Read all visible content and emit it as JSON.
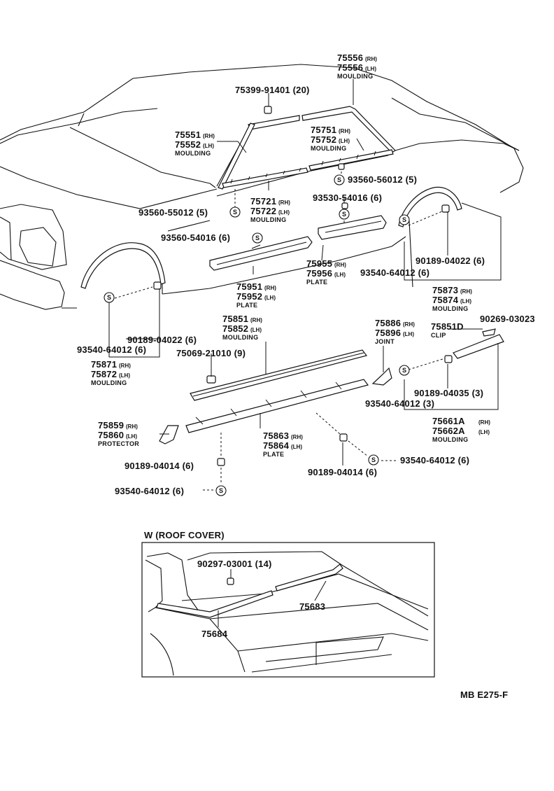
{
  "labels": {
    "l75556": {
      "pn": "75556",
      "rh": "(RH)",
      "pn2": "75556",
      "lh": "(LH)",
      "desc": "MOULDING"
    },
    "l75399": {
      "text": "75399-91401 (20)"
    },
    "l75551": {
      "pn": "75551",
      "rh": "(RH)",
      "pn2": "75552",
      "lh": "(LH)",
      "desc": "MOULDING"
    },
    "l75751": {
      "pn": "75751",
      "rh": "(RH)",
      "pn2": "75752",
      "lh": "(LH)",
      "desc": "MOULDING"
    },
    "l93560a": {
      "text": "93560-56012 (5)"
    },
    "l75721": {
      "pn": "75721",
      "rh": "(RH)",
      "pn2": "75722",
      "lh": "(LH)",
      "desc": "MOULDING"
    },
    "l93530": {
      "text": "93530-54016 (6)"
    },
    "l93560b": {
      "text": "93560-55012 (5)"
    },
    "l93560c": {
      "text": "93560-54016 (6)"
    },
    "l75955": {
      "pn": "75955",
      "rh": "(RH)",
      "pn2": "75956",
      "lh": "(LH)",
      "desc": "PLATE"
    },
    "l90189a": {
      "text": "90189-04022 (6)"
    },
    "l93540a": {
      "text": "93540-64012 (6)"
    },
    "l75951": {
      "pn": "75951",
      "rh": "(RH)",
      "pn2": "75952",
      "lh": "(LH)",
      "desc": "PLATE"
    },
    "l75873": {
      "pn": "75873",
      "rh": "(RH)",
      "pn2": "75874",
      "lh": "(LH)",
      "desc": "MOULDING"
    },
    "l90189b": {
      "text": "90189-04022 (6)"
    },
    "l93540b": {
      "text": "93540-64012 (6)"
    },
    "l75871": {
      "pn": "75871",
      "rh": "(RH)",
      "pn2": "75872",
      "lh": "(LH)",
      "desc": "MOULDING"
    },
    "l75851": {
      "pn": "75851",
      "rh": "(RH)",
      "pn2": "75852",
      "lh": "(LH)",
      "desc": "MOULDING"
    },
    "l75069": {
      "text": "75069-21010 (9)"
    },
    "l75886": {
      "pn": "75886",
      "rh": "(RH)",
      "pn2": "75896",
      "lh": "(LH)",
      "desc": "JOINT"
    },
    "l75851D": {
      "pn": "75851D",
      "desc": "CLIP"
    },
    "l90269": {
      "text": "90269-03023"
    },
    "l90189c": {
      "text": "90189-04035 (3)"
    },
    "l93540c": {
      "text": "93540-64012 (3)"
    },
    "l75661": {
      "pn": "75661A",
      "rh": "(RH)",
      "pn2": "75662A",
      "lh": "(LH)",
      "desc": "MOULDING"
    },
    "l75859": {
      "pn": "75859",
      "rh": "(RH)",
      "pn2": "75860",
      "lh": "(LH)",
      "desc": "PROTECTOR"
    },
    "l75863": {
      "pn": "75863",
      "rh": "(RH)",
      "pn2": "75864",
      "lh": "(LH)",
      "desc": "PLATE"
    },
    "l90189d": {
      "text": "90189-04014 (6)"
    },
    "l93540d": {
      "text": "93540-64012 (6)"
    },
    "l90189e": {
      "text": "90189-04014 (6)"
    },
    "l93540e": {
      "text": "93540-64012 (6)"
    },
    "inset_title": "W (ROOF COVER)",
    "l90297": {
      "text": "90297-03001 (14)"
    },
    "l75683": {
      "text": "75683"
    },
    "l75684": {
      "text": "75684"
    },
    "footer_code": "MB E275-F",
    "screw_symbol": "S"
  }
}
